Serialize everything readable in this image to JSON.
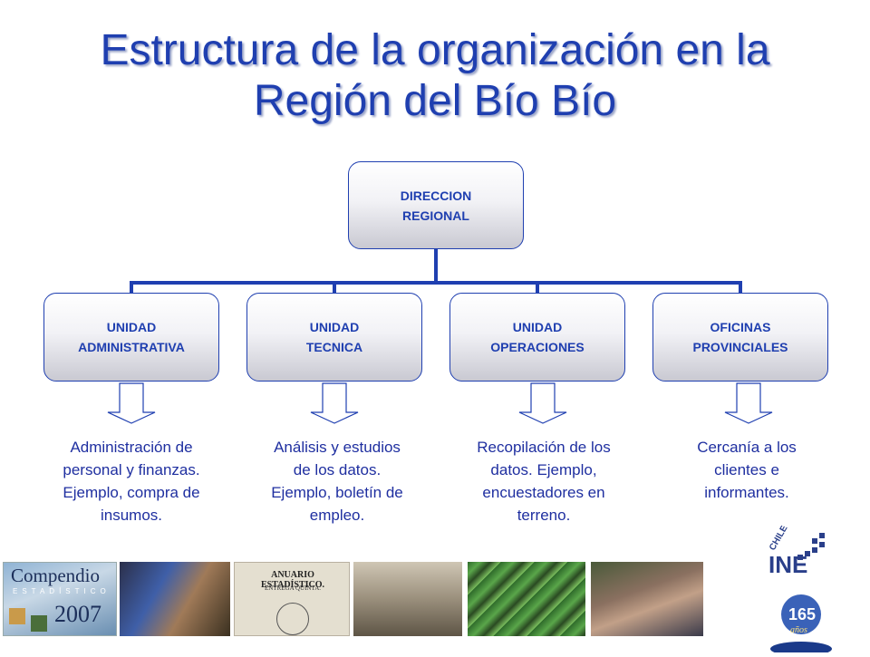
{
  "title": {
    "line1": "Estructura de la organización en la",
    "line2": "Región del Bío Bío"
  },
  "root": {
    "label": "DIRECCION\nREGIONAL"
  },
  "units": [
    {
      "label": "UNIDAD\nADMINISTRATIVA",
      "description": "Administración de personal y finanzas. Ejemplo, compra de insumos."
    },
    {
      "label": "UNIDAD\nTECNICA",
      "description": "Análisis y estudios de los datos. Ejemplo, boletín de empleo."
    },
    {
      "label": "UNIDAD\nOPERACIONES",
      "description": "Recopilación de los datos. Ejemplo, encuestadores en terreno."
    },
    {
      "label": "OFICINAS\nPROVINCIALES",
      "description": "Cercanía a los clientes e informantes."
    }
  ],
  "photos": {
    "compendio": {
      "line1": "Compendio",
      "line2": "ESTADÍSTICO",
      "year": "2007"
    },
    "anuario": {
      "title": "ANUARIO ESTADÍSTICO.",
      "subtitle": "ENTREGA QUINTA."
    }
  },
  "logo": {
    "country": "CHILE",
    "name": "INE",
    "years": "165",
    "years_word": "años"
  },
  "colors": {
    "accent": "#1f3fb0",
    "text": "#1f2fa0"
  }
}
